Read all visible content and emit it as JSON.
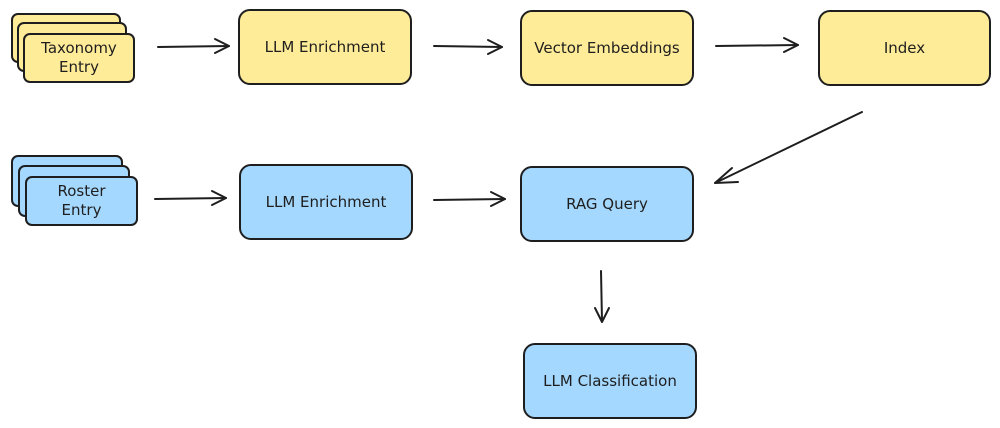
{
  "colors": {
    "yellow": "#ffec99",
    "blue": "#a5d8ff",
    "stroke": "#1e1e1e",
    "background": "#ffffff"
  },
  "nodes": {
    "taxonomy_entry": {
      "line1": "Taxonomy",
      "line2": "Entry",
      "color": "yellow",
      "stacked": true
    },
    "llm_enrichment_top": {
      "label": "LLM Enrichment",
      "color": "yellow"
    },
    "vector_embeddings": {
      "label": "Vector Embeddings",
      "color": "yellow"
    },
    "index": {
      "label": "Index",
      "color": "yellow"
    },
    "roster_entry": {
      "line1": "Roster",
      "line2": "Entry",
      "color": "blue",
      "stacked": true
    },
    "llm_enrichment_bottom": {
      "label": "LLM Enrichment",
      "color": "blue"
    },
    "rag_query": {
      "label": "RAG Query",
      "color": "blue"
    },
    "llm_classification": {
      "label": "LLM Classification",
      "color": "blue"
    }
  },
  "edges": [
    {
      "from": "taxonomy_entry",
      "to": "llm_enrichment_top"
    },
    {
      "from": "llm_enrichment_top",
      "to": "vector_embeddings"
    },
    {
      "from": "vector_embeddings",
      "to": "index"
    },
    {
      "from": "index",
      "to": "rag_query"
    },
    {
      "from": "roster_entry",
      "to": "llm_enrichment_bottom"
    },
    {
      "from": "llm_enrichment_bottom",
      "to": "rag_query"
    },
    {
      "from": "rag_query",
      "to": "llm_classification"
    }
  ]
}
